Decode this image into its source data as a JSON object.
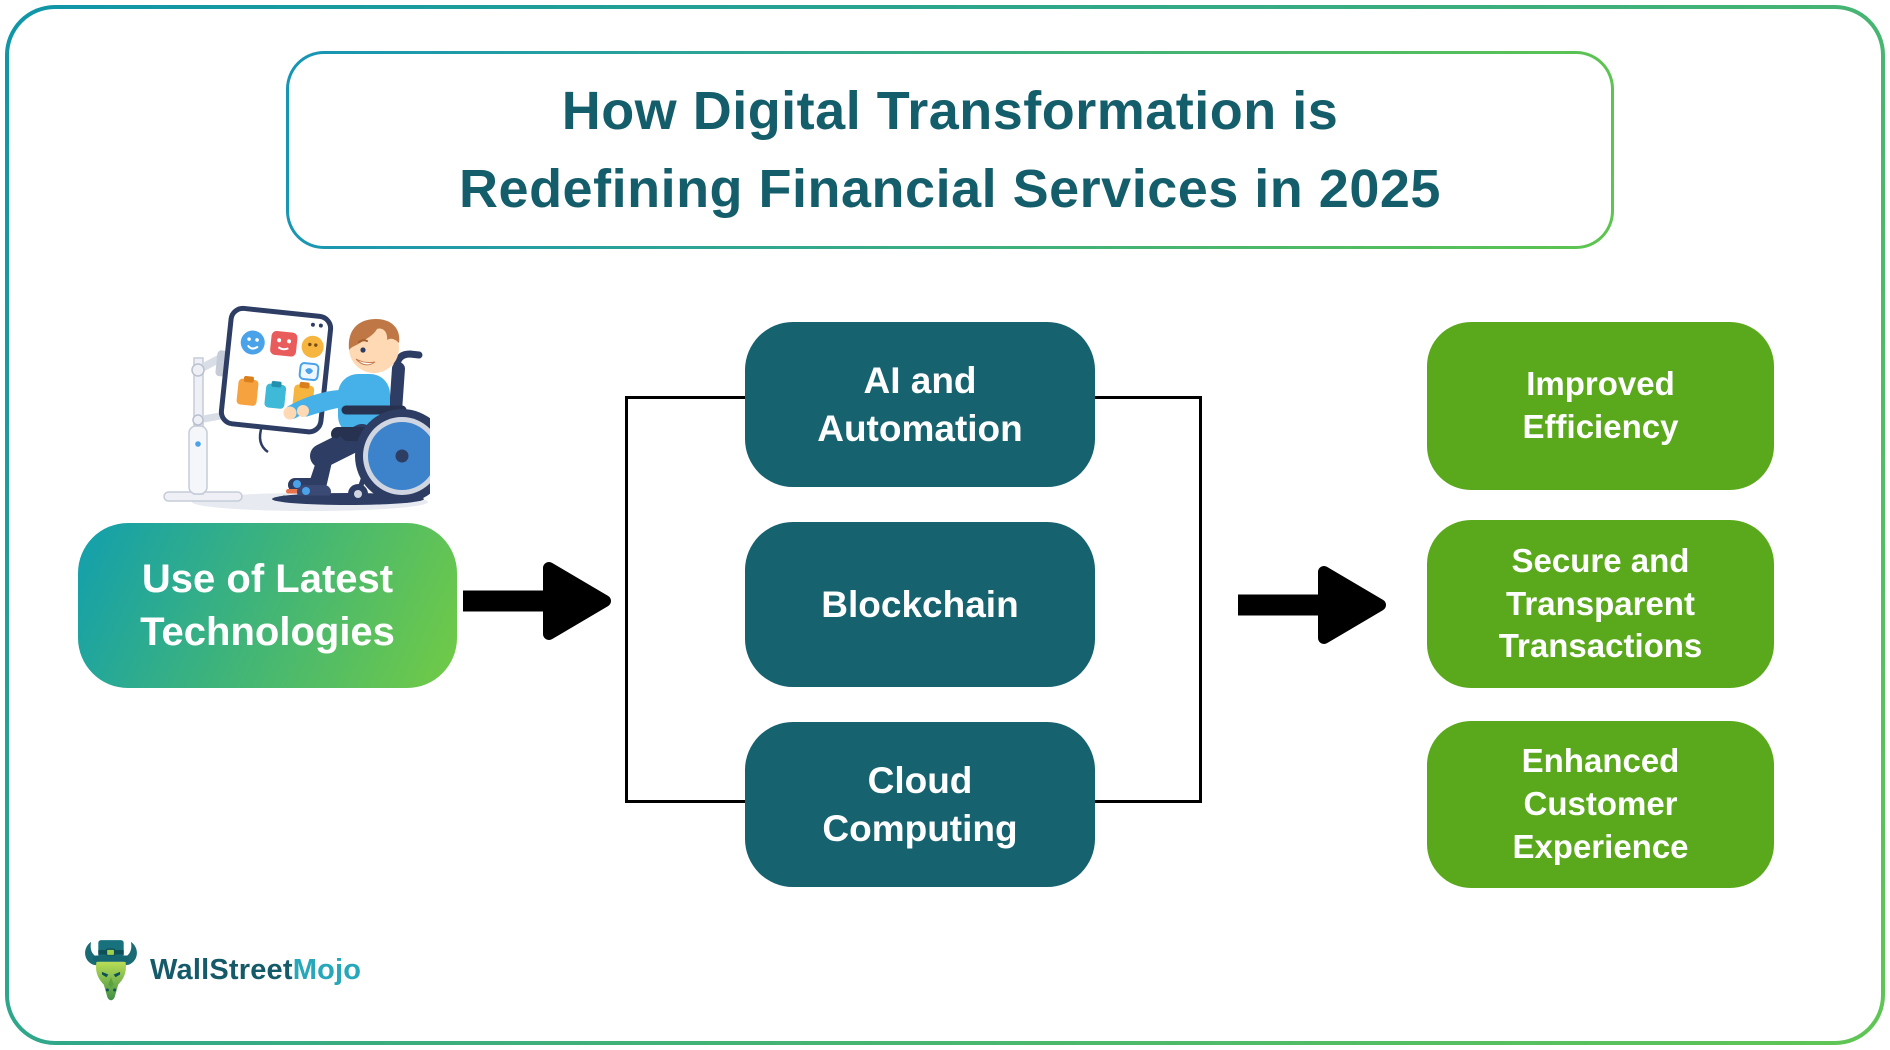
{
  "title": {
    "lines": [
      "How Digital Transformation is",
      "Redefining Financial Services in 2025"
    ]
  },
  "source_box": {
    "lines": [
      "Use of Latest",
      "Technologies"
    ]
  },
  "tech_boxes": [
    {
      "lines": [
        "AI and",
        "Automation"
      ]
    },
    {
      "lines": [
        "Blockchain"
      ]
    },
    {
      "lines": [
        "Cloud",
        "Computing"
      ]
    }
  ],
  "benefit_boxes": [
    {
      "lines": [
        "Improved",
        "Efficiency"
      ]
    },
    {
      "lines": [
        "Secure and",
        "Transparent",
        "Transactions"
      ]
    },
    {
      "lines": [
        "Enhanced",
        "Customer",
        "Experience"
      ]
    }
  ],
  "logo": {
    "brand_primary": "WallStreet",
    "brand_secondary": "Mojo"
  },
  "icons": {
    "flow_arrows": [
      "arrow-right-icon",
      "arrow-right-icon"
    ],
    "logo_icon": "bull-mascot-icon",
    "illustration": "person-in-wheelchair-at-accessible-computer-illustration"
  },
  "colors": {
    "title_text": "#145e6b",
    "tech_box_fill": "#16626f",
    "benefit_box_fill": "#5aa91d",
    "source_gradient_start": "#129fae",
    "source_gradient_end": "#72cb45",
    "frame_gradient_start": "#0e95a8",
    "frame_gradient_end": "#60c655",
    "connector_line": "#000000",
    "box_text": "#ffffff",
    "logo_primary_text": "#155a68",
    "logo_secondary_text": "#27a7ba"
  }
}
